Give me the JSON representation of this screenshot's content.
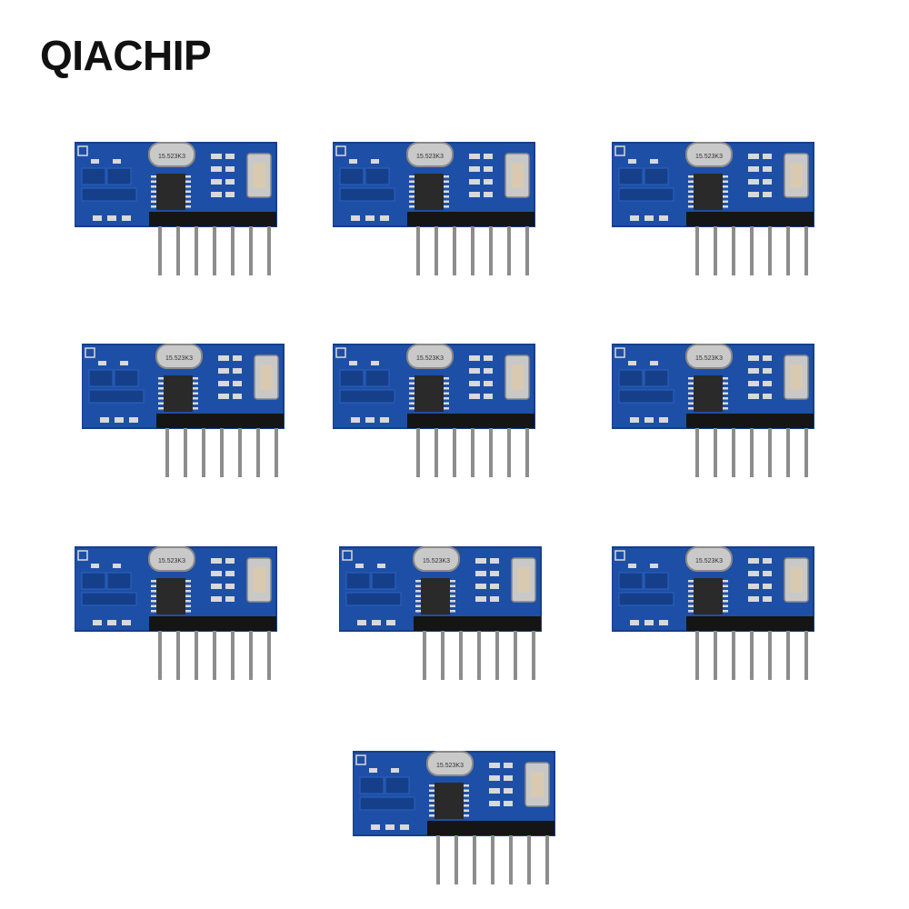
{
  "brand": {
    "name": "QIACHIP"
  },
  "product": {
    "count": 10,
    "crystal_marking": "15.523K3",
    "colors": {
      "pcb": "#1e4fa6",
      "pcb_dark": "#163f8a",
      "chip": "#2a2a2a",
      "pins": "#8d8d8d",
      "pads": "#d9d9d9",
      "button": "#d8c9b0"
    }
  },
  "modules": [
    {
      "id": "module-1"
    },
    {
      "id": "module-2"
    },
    {
      "id": "module-3"
    },
    {
      "id": "module-4"
    },
    {
      "id": "module-5"
    },
    {
      "id": "module-6"
    },
    {
      "id": "module-7"
    },
    {
      "id": "module-8"
    },
    {
      "id": "module-9"
    },
    {
      "id": "module-10"
    }
  ]
}
